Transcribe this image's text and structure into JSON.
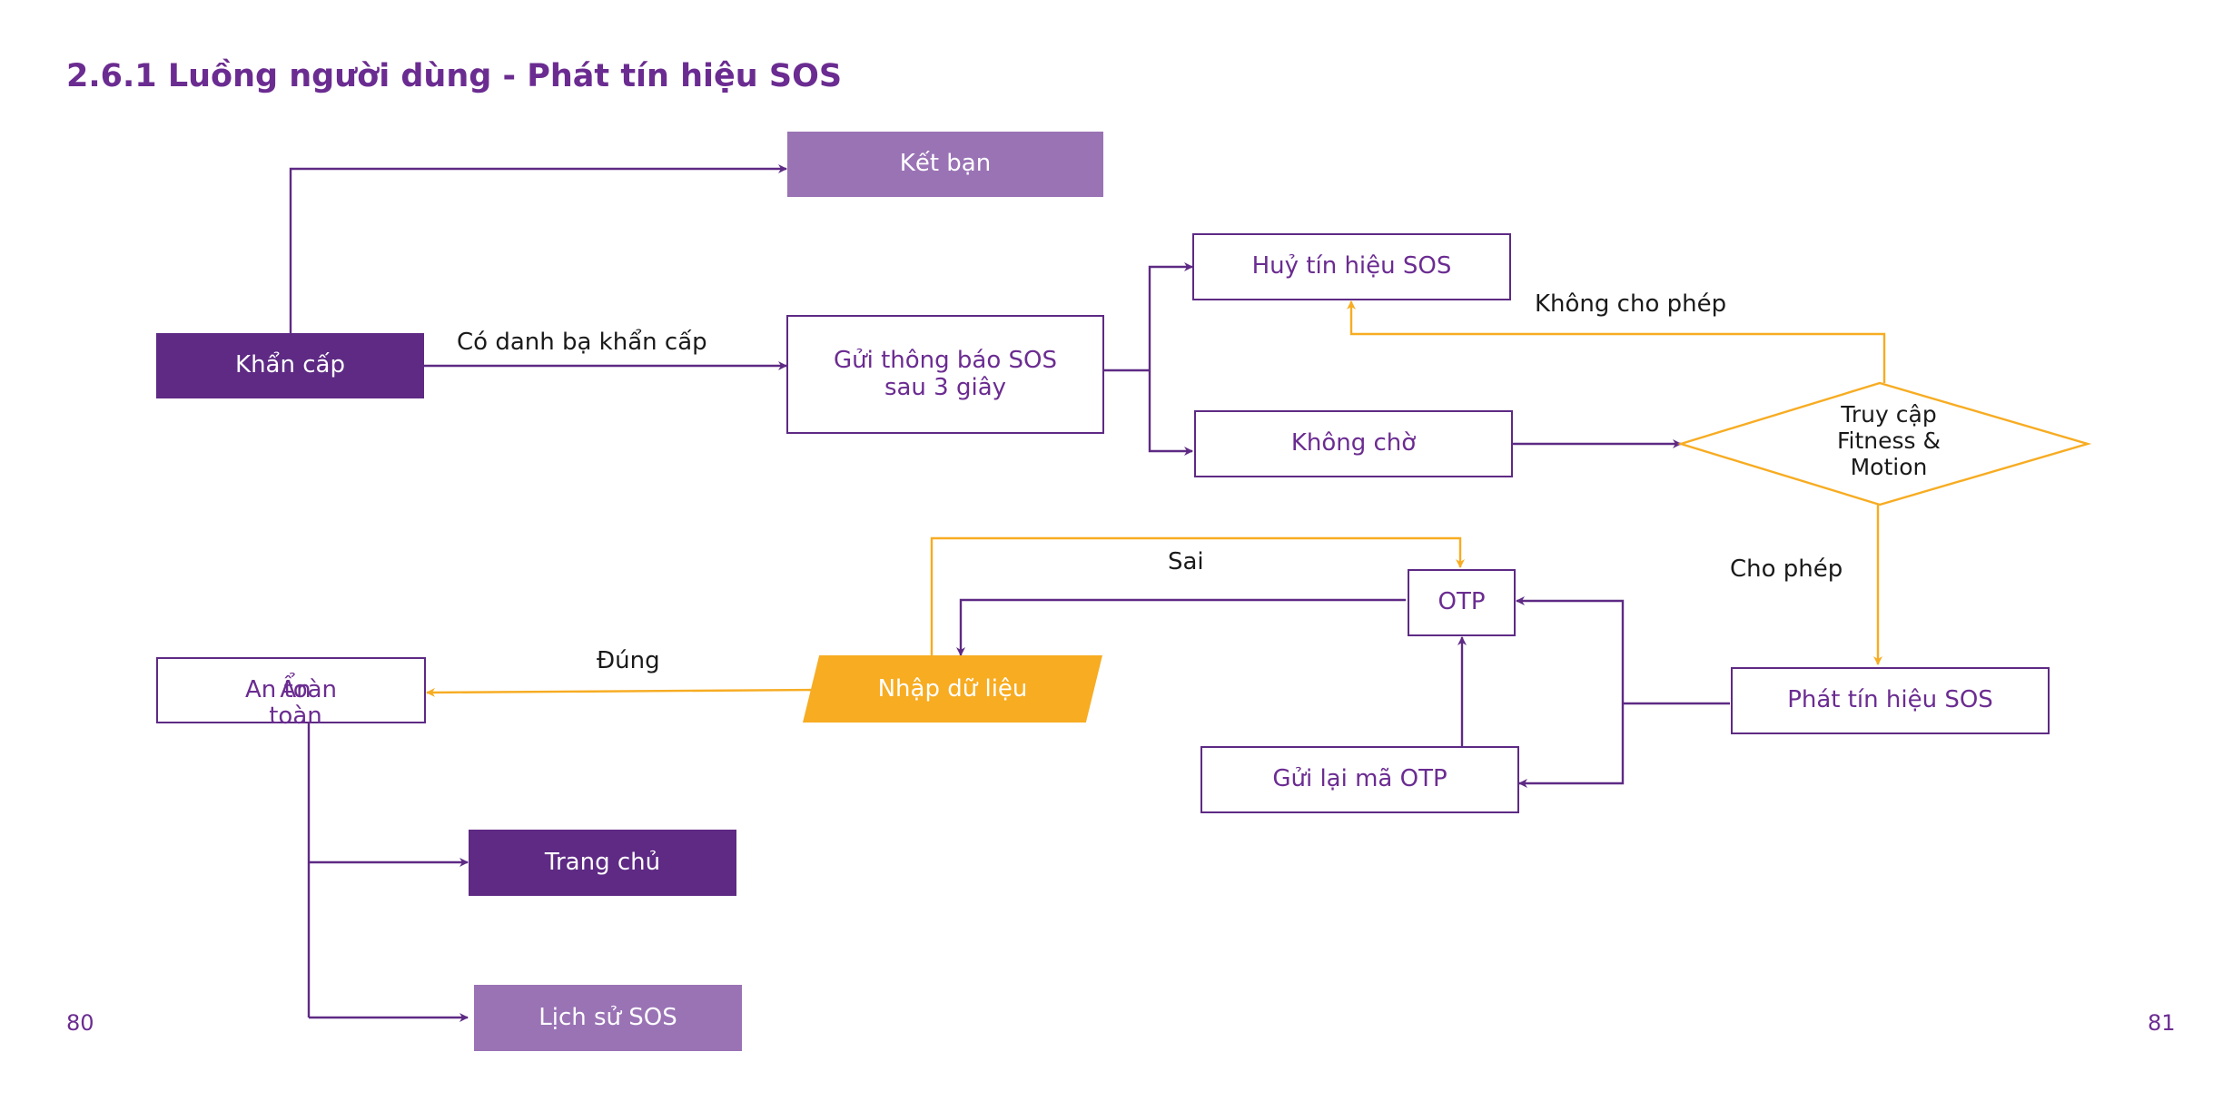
{
  "title": "2.6.1 Luồng người dùng - Phát tín hiệu SOS",
  "page_left": "80",
  "page_right": "81",
  "nodes": {
    "ket_ban": "Kết bạn",
    "khan_cap": "Khẩn cấp",
    "gui_thong_bao_line1": "Gửi thông báo SOS",
    "gui_thong_bao_line2": "sau 3 giây",
    "huy_tin_hieu": "Huỷ tín hiệu SOS",
    "khong_cho": "Không chờ",
    "truy_cap_line1": "Truy cập",
    "truy_cap_line2": "Fitness &",
    "truy_cap_line3": "Motion",
    "otp": "OTP",
    "nhap_du_lieu": "Nhập dữ liệu",
    "an_toan_a": "An toàn",
    "an_toan_b": "Ẩn toàn",
    "phat_tin_hieu": "Phát tín hiệu SOS",
    "gui_lai_otp": "Gửi lại mã OTP",
    "trang_chu": "Trang chủ",
    "lich_su": "Lịch sử SOS"
  },
  "edge_labels": {
    "co_danh_ba": "Có danh bạ khẩn cấp",
    "khong_cho_phep": "Không cho phép",
    "cho_phep": "Cho phép",
    "sai": "Sai",
    "dung": "Đúng"
  },
  "colors": {
    "purple": "#5e2a84",
    "light_purple": "#9a73b5",
    "orange": "#f7ac22",
    "title": "#6b2c91"
  }
}
